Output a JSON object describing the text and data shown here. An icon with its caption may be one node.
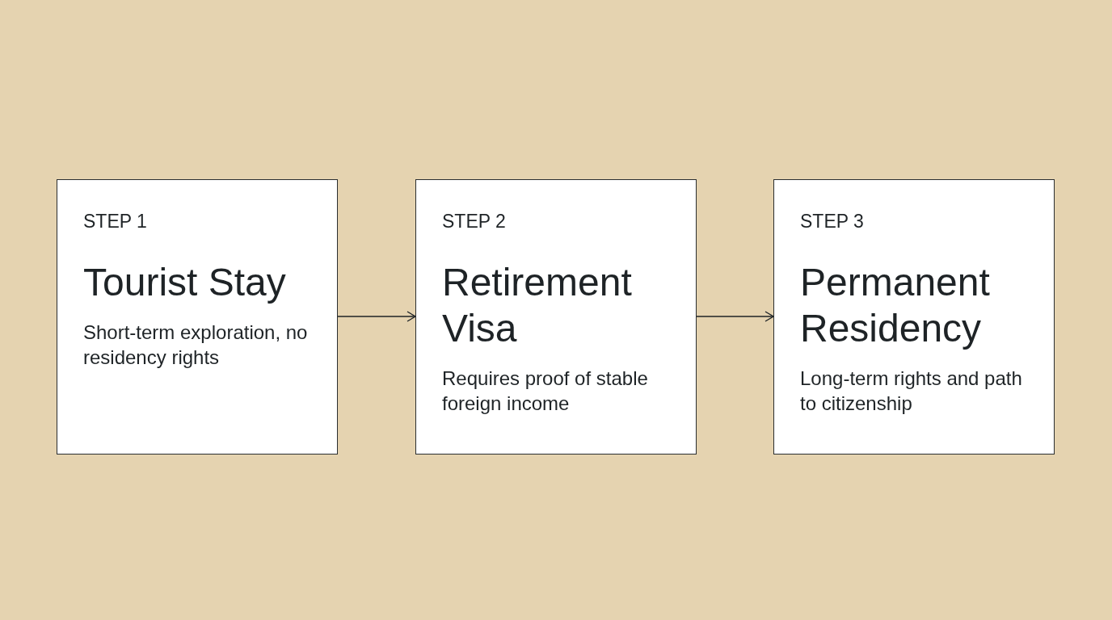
{
  "diagram": {
    "nodes": [
      {
        "text": [
          "STEP 1",
          "Tourist Stay",
          "Short-term exploration, no residency rights"
        ]
      },
      {
        "text": [
          "STEP 2",
          "Retirement Visa",
          "Requires proof of stable foreign income"
        ]
      },
      {
        "text": [
          "STEP 3",
          "Permanent Residency",
          "Long-term rights and path to citizenship"
        ]
      }
    ],
    "edges": [
      {
        "from": 0,
        "to": 1,
        "arrow": "to"
      },
      {
        "from": 1,
        "to": 2,
        "arrow": "to"
      }
    ]
  }
}
